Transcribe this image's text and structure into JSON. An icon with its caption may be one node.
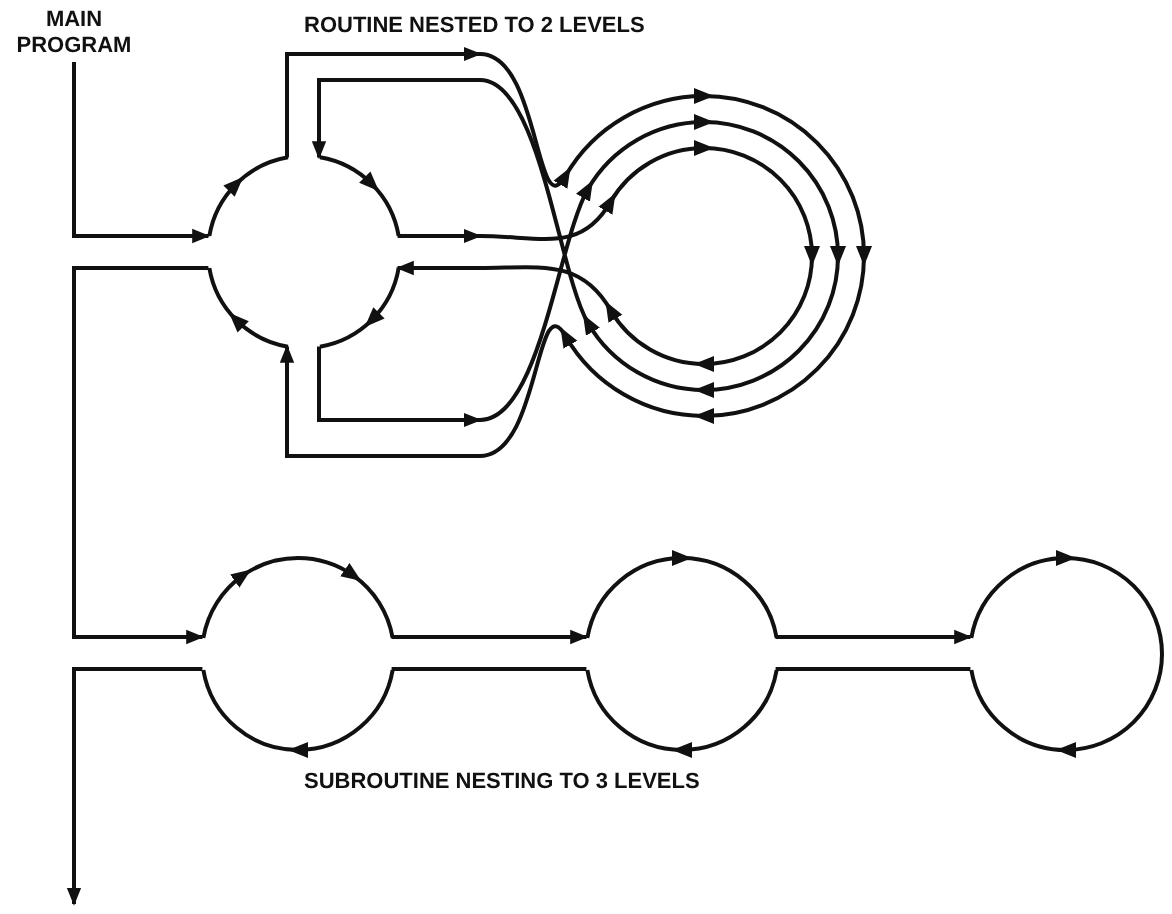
{
  "diagram": {
    "nodes": [
      {
        "text": [
          "MAIN PROGRAM"
        ]
      },
      {
        "text": [],
        "shape": "circle"
      },
      {
        "text": [],
        "shape": "picture"
      },
      {
        "text": [],
        "shape": "circle"
      },
      {
        "text": [],
        "shape": "circle"
      },
      {
        "text": [],
        "shape": "circle"
      }
    ],
    "edges": [
      {
        "from": 0,
        "to": 1,
        "arrow": "to"
      },
      {
        "from": 1,
        "to": 3,
        "arrow": "to"
      },
      {
        "from": 1,
        "to": 2,
        "arrow": "to"
      },
      {
        "from": 2,
        "to": 1,
        "arrow": "to"
      },
      {
        "from": 1,
        "to": 2,
        "arrow": "to"
      },
      {
        "from": 2,
        "to": 1,
        "arrow": "to"
      },
      {
        "from": 1,
        "to": 2,
        "arrow": "to"
      },
      {
        "from": 2,
        "to": 1,
        "arrow": "to"
      },
      {
        "from": 3,
        "to": 4,
        "arrow": "to"
      },
      {
        "from": 4,
        "to": 3,
        "arrow": "none"
      },
      {
        "from": 4,
        "to": 5,
        "arrow": "to"
      },
      {
        "from": 5,
        "to": 4,
        "arrow": "none"
      },
      {
        "from": 3,
        "to": null,
        "arrow": "to"
      }
    ],
    "labels": [
      "ROUTINE NESTED TO 2 LEVELS",
      "SUBROUTINE NESTING TO 3 LEVELS"
    ]
  }
}
